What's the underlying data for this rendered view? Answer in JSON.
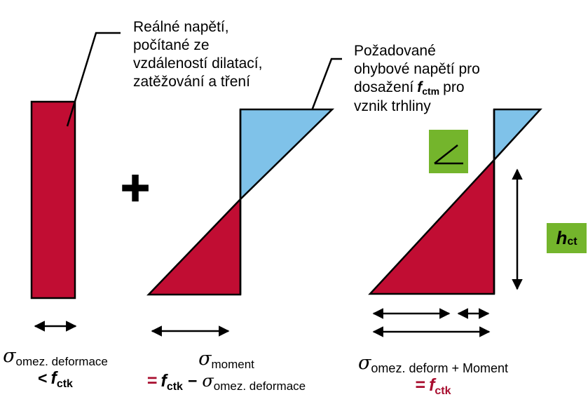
{
  "colors": {
    "shape_red": "#C10D33",
    "shape_blue": "#7FC2E9",
    "shape_green": "#74B52C",
    "accent_crimson": "#A80D2E"
  },
  "annotations": {
    "left_callout": {
      "lines": [
        "Reálné napětí,",
        "počítané ze",
        "vzdáleností dilatací,",
        "zatěžování a tření"
      ]
    },
    "right_callout": {
      "line1": "Požadované",
      "line2": "ohybové napětí pro",
      "line3_pre": "dosažení",
      "line3_var": "f",
      "line3_var_sub": "ctm",
      "line3_post": "pro",
      "line4": "vznik trhliny"
    }
  },
  "operators": {
    "plus": "+"
  },
  "hct_box": {
    "var": "h",
    "sub": "ct"
  },
  "labels": {
    "limited_deformation": {
      "sigma": "σ",
      "sigma_sub": "omez. deformace",
      "relation": "<",
      "var": "f",
      "var_sub": "ctk"
    },
    "moment": {
      "sigma": "σ",
      "sigma_sub": "moment",
      "equals": "=",
      "var": "f",
      "var_sub": "ctk",
      "minus": "−",
      "sigma2": "σ",
      "sigma2_sub": "omez. deformace"
    },
    "combined": {
      "sigma": "σ",
      "sigma_sub": "omez. deform + Moment",
      "equals": "=",
      "var": "f",
      "var_sub": "ctk"
    }
  }
}
